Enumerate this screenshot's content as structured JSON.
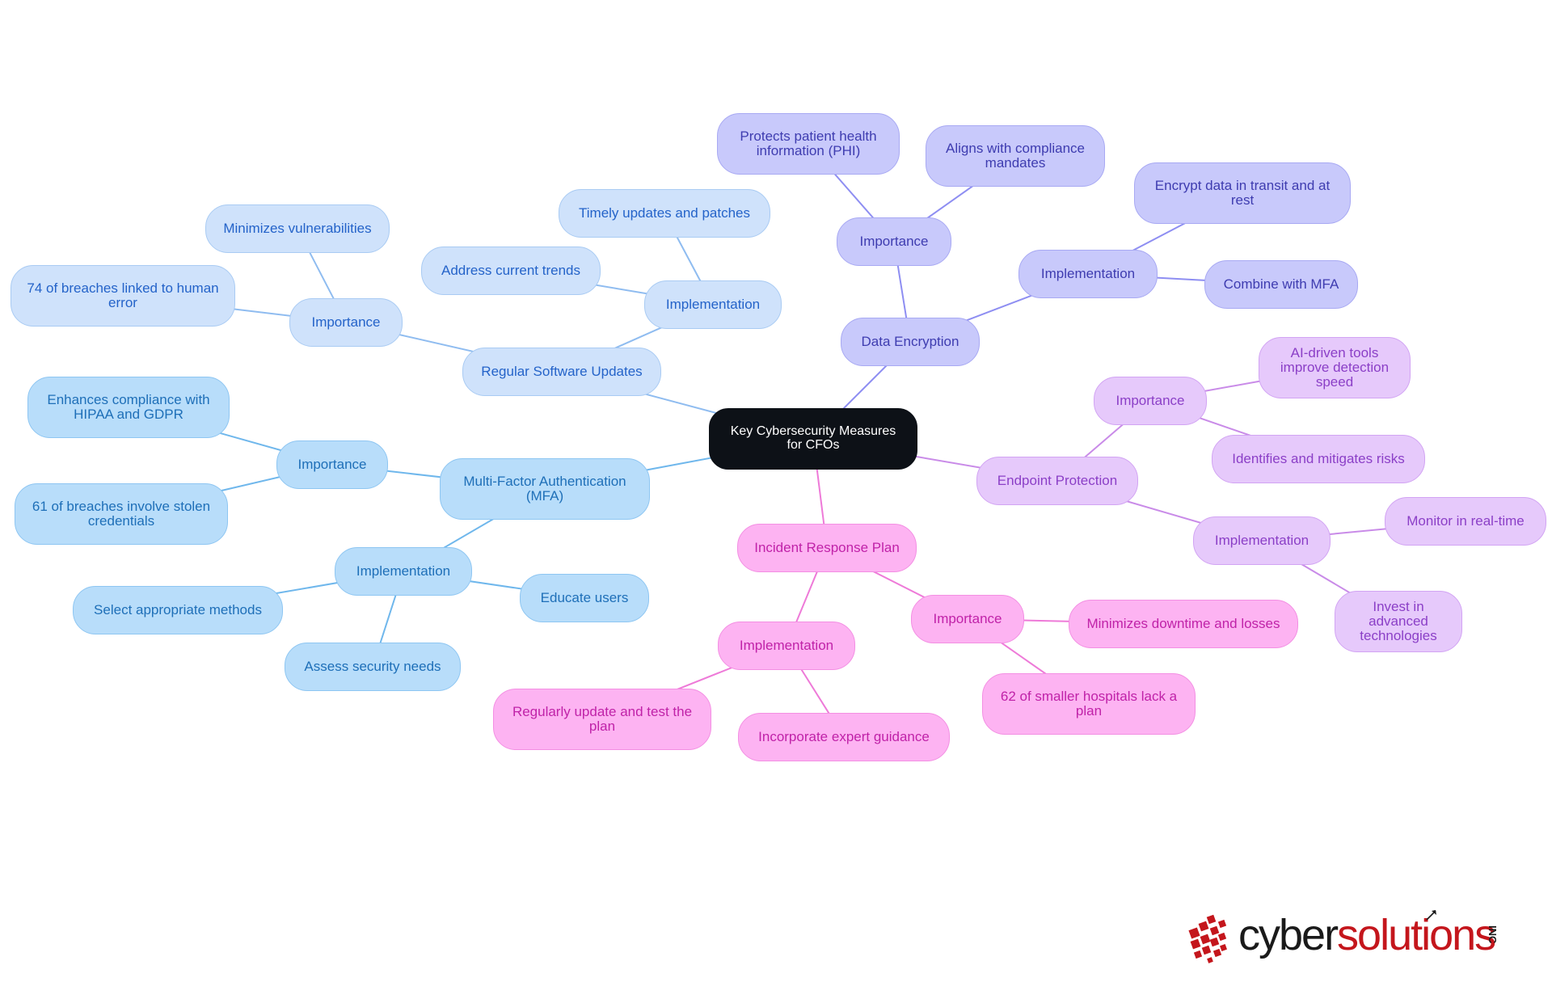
{
  "diagram": {
    "nodes": [
      {
        "id": "root",
        "label": "Key Cybersecurity Measures for CFOs",
        "theme": "root"
      },
      {
        "id": "rsu",
        "label": "Regular Software Updates",
        "theme": "light"
      },
      {
        "id": "rsu_imp",
        "label": "Importance",
        "theme": "light"
      },
      {
        "id": "rsu_imp_1",
        "label": "Minimizes vulnerabilities",
        "theme": "light"
      },
      {
        "id": "rsu_imp_2",
        "label": "74 of breaches linked to human error",
        "theme": "light"
      },
      {
        "id": "rsu_impl",
        "label": "Implementation",
        "theme": "light"
      },
      {
        "id": "rsu_impl_1",
        "label": "Timely updates and patches",
        "theme": "light"
      },
      {
        "id": "rsu_impl_2",
        "label": "Address current trends",
        "theme": "light"
      },
      {
        "id": "mfa",
        "label": "Multi-Factor Authentication (MFA)",
        "theme": "sky"
      },
      {
        "id": "mfa_imp",
        "label": "Importance",
        "theme": "sky"
      },
      {
        "id": "mfa_imp_1",
        "label": "Enhances compliance with HIPAA and GDPR",
        "theme": "sky"
      },
      {
        "id": "mfa_imp_2",
        "label": "61 of breaches involve stolen credentials",
        "theme": "sky"
      },
      {
        "id": "mfa_impl",
        "label": "Implementation",
        "theme": "sky"
      },
      {
        "id": "mfa_impl_1",
        "label": "Select appropriate methods",
        "theme": "sky"
      },
      {
        "id": "mfa_impl_2",
        "label": "Assess security needs",
        "theme": "sky"
      },
      {
        "id": "mfa_impl_3",
        "label": "Educate users",
        "theme": "sky"
      },
      {
        "id": "de",
        "label": "Data Encryption",
        "theme": "indigo"
      },
      {
        "id": "de_imp",
        "label": "Importance",
        "theme": "indigo"
      },
      {
        "id": "de_imp_1",
        "label": "Protects patient health information (PHI)",
        "theme": "indigo"
      },
      {
        "id": "de_imp_2",
        "label": "Aligns with compliance mandates",
        "theme": "indigo"
      },
      {
        "id": "de_impl",
        "label": "Implementation",
        "theme": "indigo"
      },
      {
        "id": "de_impl_1",
        "label": "Encrypt data in transit and at rest",
        "theme": "indigo"
      },
      {
        "id": "de_impl_2",
        "label": "Combine with MFA",
        "theme": "indigo"
      },
      {
        "id": "ep",
        "label": "Endpoint Protection",
        "theme": "lilac"
      },
      {
        "id": "ep_imp",
        "label": "Importance",
        "theme": "lilac"
      },
      {
        "id": "ep_imp_1",
        "label": "AI-driven tools improve detection speed",
        "theme": "lilac"
      },
      {
        "id": "ep_imp_2",
        "label": "Identifies and mitigates risks",
        "theme": "lilac"
      },
      {
        "id": "ep_impl",
        "label": "Implementation",
        "theme": "lilac"
      },
      {
        "id": "ep_impl_1",
        "label": "Monitor in real-time",
        "theme": "lilac"
      },
      {
        "id": "ep_impl_2",
        "label": "Invest in advanced technologies",
        "theme": "lilac"
      },
      {
        "id": "irp",
        "label": "Incident Response Plan",
        "theme": "pink"
      },
      {
        "id": "irp_imp",
        "label": "Importance",
        "theme": "pink"
      },
      {
        "id": "irp_imp_1",
        "label": "Minimizes downtime and losses",
        "theme": "pink"
      },
      {
        "id": "irp_imp_2",
        "label": "62 of smaller hospitals lack a plan",
        "theme": "pink"
      },
      {
        "id": "irp_impl",
        "label": "Implementation",
        "theme": "pink"
      },
      {
        "id": "irp_impl_1",
        "label": "Regularly update and test the plan",
        "theme": "pink"
      },
      {
        "id": "irp_impl_2",
        "label": "Incorporate expert guidance",
        "theme": "pink"
      }
    ],
    "edges": [
      [
        "root",
        "rsu"
      ],
      [
        "rsu",
        "rsu_imp"
      ],
      [
        "rsu_imp",
        "rsu_imp_1"
      ],
      [
        "rsu_imp",
        "rsu_imp_2"
      ],
      [
        "rsu",
        "rsu_impl"
      ],
      [
        "rsu_impl",
        "rsu_impl_1"
      ],
      [
        "rsu_impl",
        "rsu_impl_2"
      ],
      [
        "root",
        "mfa"
      ],
      [
        "mfa",
        "mfa_imp"
      ],
      [
        "mfa_imp",
        "mfa_imp_1"
      ],
      [
        "mfa_imp",
        "mfa_imp_2"
      ],
      [
        "mfa",
        "mfa_impl"
      ],
      [
        "mfa_impl",
        "mfa_impl_1"
      ],
      [
        "mfa_impl",
        "mfa_impl_2"
      ],
      [
        "mfa_impl",
        "mfa_impl_3"
      ],
      [
        "root",
        "de"
      ],
      [
        "de",
        "de_imp"
      ],
      [
        "de_imp",
        "de_imp_1"
      ],
      [
        "de_imp",
        "de_imp_2"
      ],
      [
        "de",
        "de_impl"
      ],
      [
        "de_impl",
        "de_impl_1"
      ],
      [
        "de_impl",
        "de_impl_2"
      ],
      [
        "root",
        "ep"
      ],
      [
        "ep",
        "ep_imp"
      ],
      [
        "ep_imp",
        "ep_imp_1"
      ],
      [
        "ep_imp",
        "ep_imp_2"
      ],
      [
        "ep",
        "ep_impl"
      ],
      [
        "ep_impl",
        "ep_impl_1"
      ],
      [
        "ep_impl",
        "ep_impl_2"
      ],
      [
        "root",
        "irp"
      ],
      [
        "irp",
        "irp_imp"
      ],
      [
        "irp_imp",
        "irp_imp_1"
      ],
      [
        "irp_imp",
        "irp_imp_2"
      ],
      [
        "irp",
        "irp_impl"
      ],
      [
        "irp_impl",
        "irp_impl_1"
      ],
      [
        "irp_impl",
        "irp_impl_2"
      ]
    ]
  },
  "colors": {
    "root": "#0d1117",
    "light": "#cfe2fb",
    "sky": "#b8ddfa",
    "indigo": "#c8c9fb",
    "lilac": "#e6c9fb",
    "pink": "#fdb3f2",
    "edge_light": "#8fbcf0",
    "edge_sky": "#6fb7ec",
    "edge_indigo": "#8e8ef2",
    "edge_lilac": "#c98be8",
    "edge_pink": "#ee7ad8",
    "logo_red": "#c4161c",
    "logo_dark": "#1a1a1a"
  },
  "logo": {
    "part1": "cyber",
    "part2": "solutions",
    "suffix": "INC"
  }
}
